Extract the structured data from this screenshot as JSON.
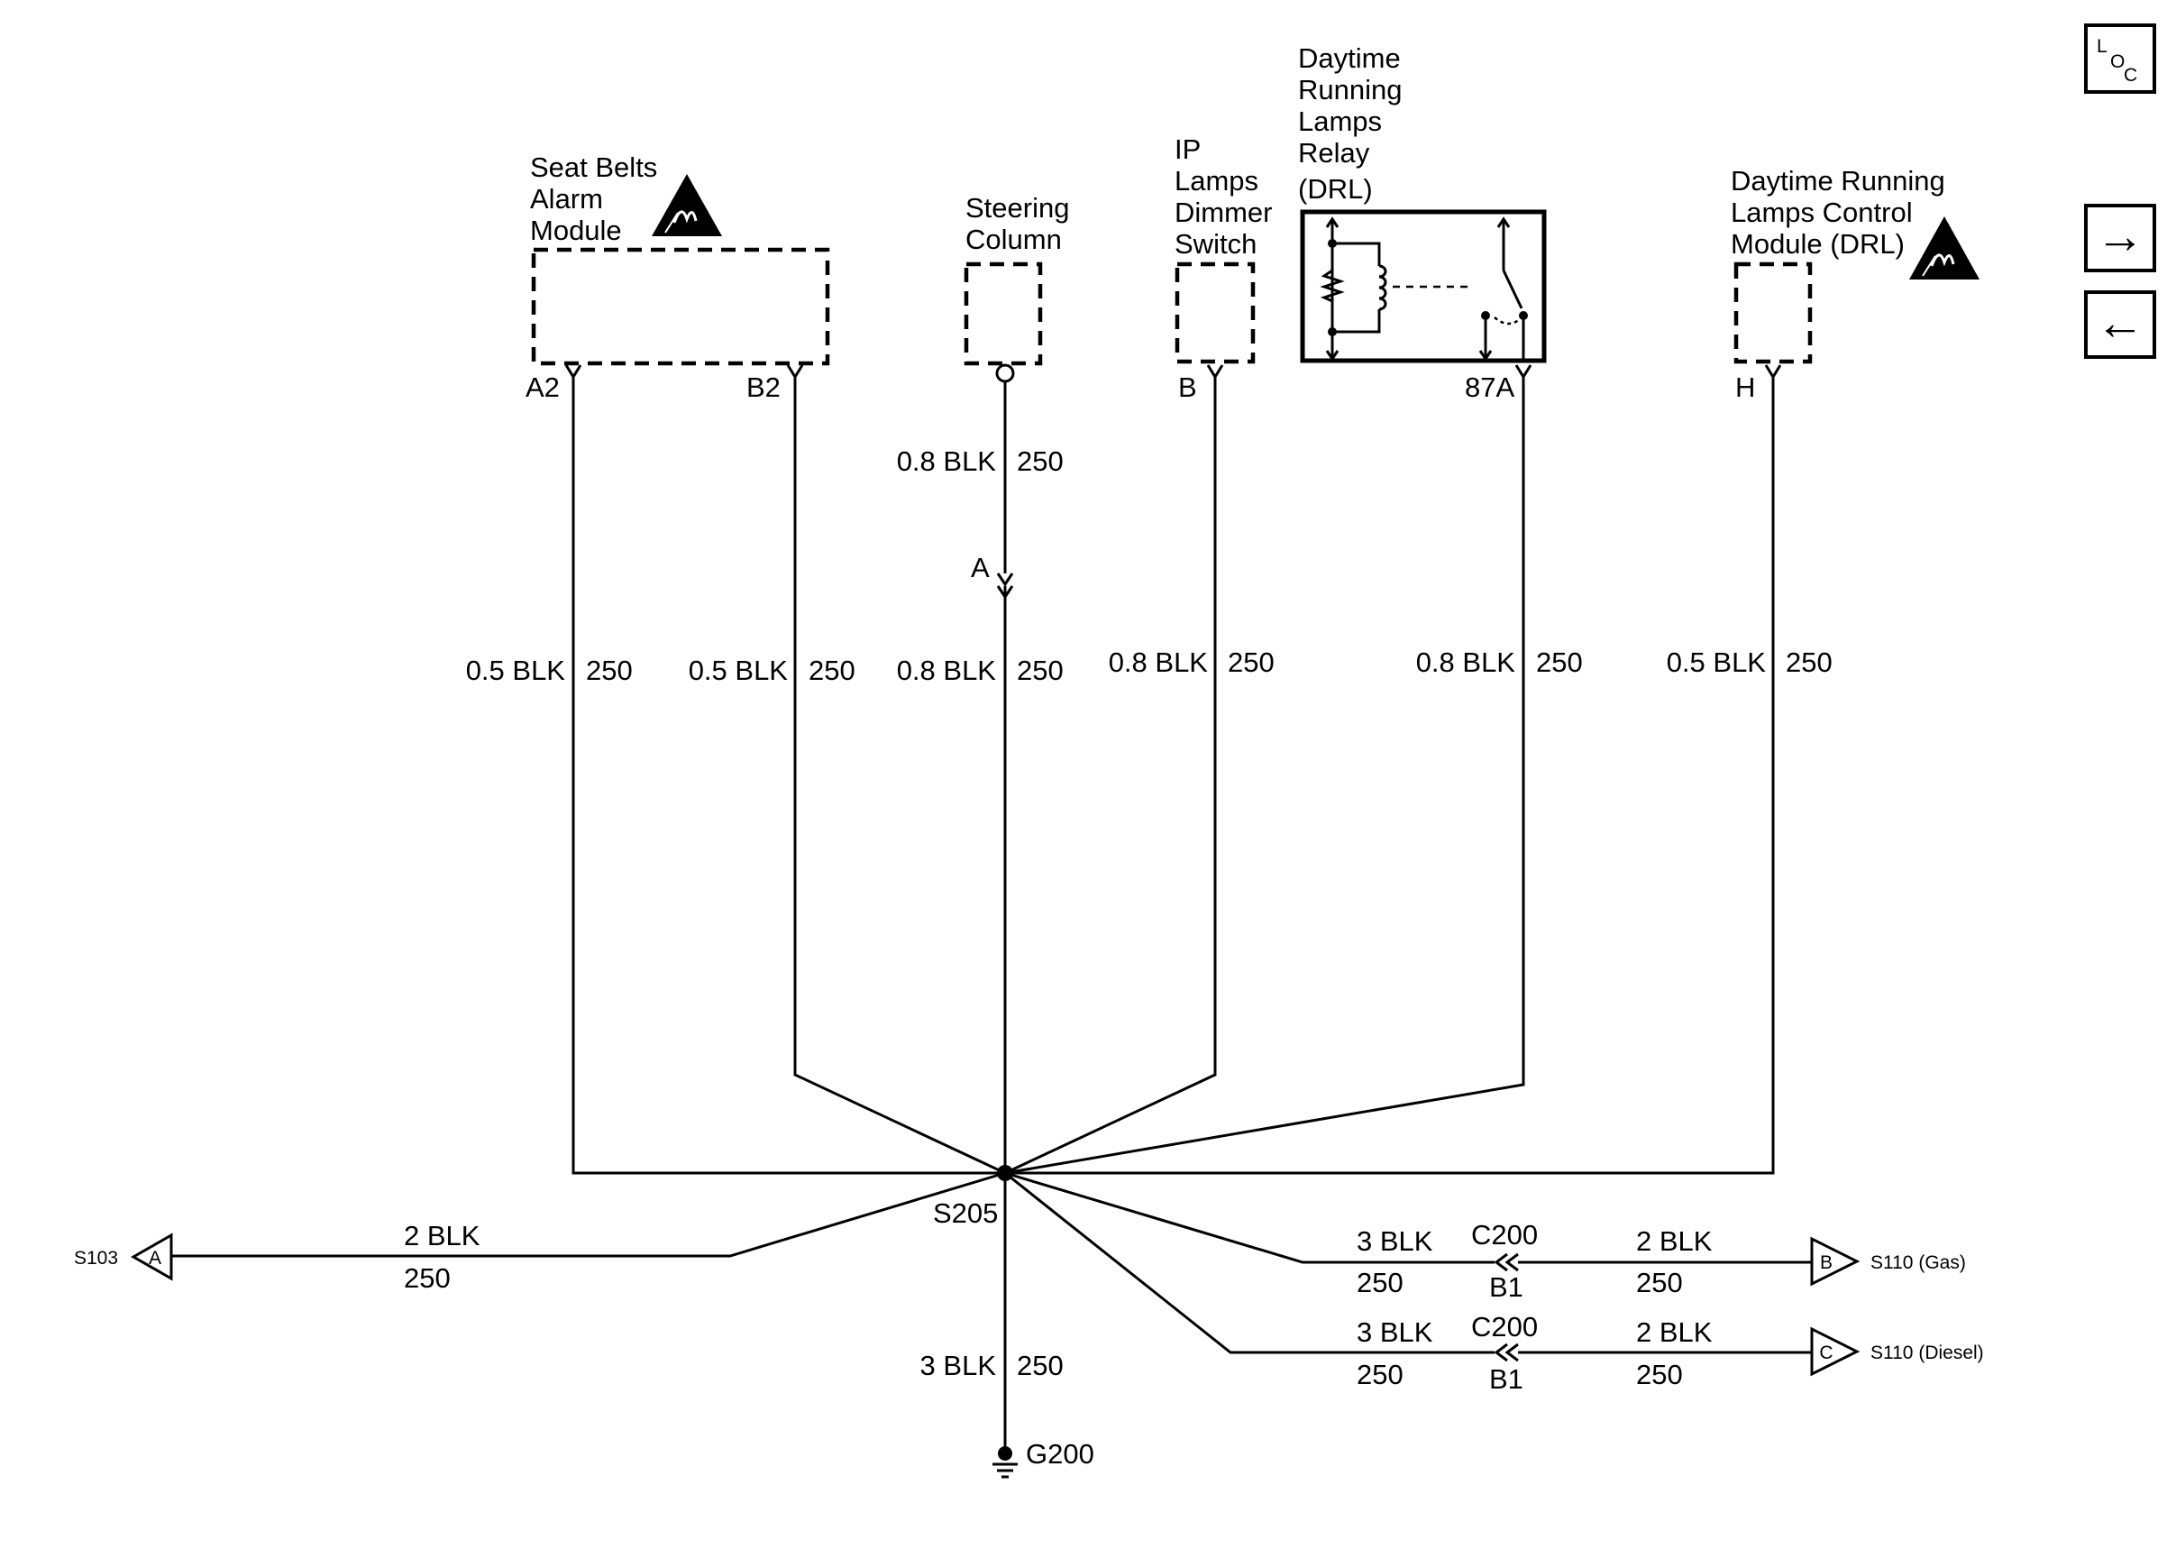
{
  "components": {
    "seat_belts": {
      "title_lines": [
        "Seat Belts",
        "Alarm",
        "Module"
      ],
      "pins": [
        "A2",
        "B2"
      ]
    },
    "steering": {
      "title_lines": [
        "Steering",
        "Column"
      ]
    },
    "ip_dimmer": {
      "title_lines": [
        "IP",
        "Lamps",
        "Dimmer",
        "Switch"
      ],
      "pin": "B"
    },
    "drl_relay": {
      "title_lines": [
        "Daytime",
        "Running",
        "Lamps",
        "Relay",
        "(DRL)"
      ],
      "pin": "87A"
    },
    "drl_module": {
      "title_lines": [
        "Daytime Running",
        "Lamps  Control",
        "Module (DRL)"
      ],
      "pin": "H"
    }
  },
  "wires": {
    "seat_a2": {
      "gauge": "0.5 BLK",
      "circuit": "250"
    },
    "seat_b2": {
      "gauge": "0.5 BLK",
      "circuit": "250"
    },
    "steer_upper": {
      "gauge": "0.8 BLK",
      "circuit": "250"
    },
    "steer_lower": {
      "gauge": "0.8 BLK",
      "circuit": "250"
    },
    "dimmer": {
      "gauge": "0.8 BLK",
      "circuit": "250"
    },
    "relay": {
      "gauge": "0.8 BLK",
      "circuit": "250"
    },
    "module": {
      "gauge": "0.5 BLK",
      "circuit": "250"
    },
    "to_s103": {
      "gauge": "2 BLK",
      "circuit": "250"
    },
    "gas_in": {
      "gauge": "3 BLK",
      "circuit": "250"
    },
    "gas_out": {
      "gauge": "2 BLK",
      "circuit": "250"
    },
    "diesel_in": {
      "gauge": "3 BLK",
      "circuit": "250"
    },
    "diesel_out": {
      "gauge": "2 BLK",
      "circuit": "250"
    },
    "ground": {
      "gauge": "3 BLK",
      "circuit": "250"
    }
  },
  "inline_connector_a": "A",
  "splice": "S205",
  "ground_point": "G200",
  "connectors": {
    "gas": {
      "name": "C200",
      "pin": "B1"
    },
    "diesel": {
      "name": "C200",
      "pin": "B1"
    }
  },
  "offpage": {
    "s103": {
      "label": "S103",
      "letter": "A"
    },
    "gas": {
      "label": "S110 (Gas)",
      "letter": "B"
    },
    "diesel": {
      "label": "S110 (Diesel)",
      "letter": "C"
    }
  },
  "nav": {
    "loc": {
      "l": "L",
      "o": "O",
      "c": "C"
    },
    "next": "→",
    "prev": "←"
  }
}
